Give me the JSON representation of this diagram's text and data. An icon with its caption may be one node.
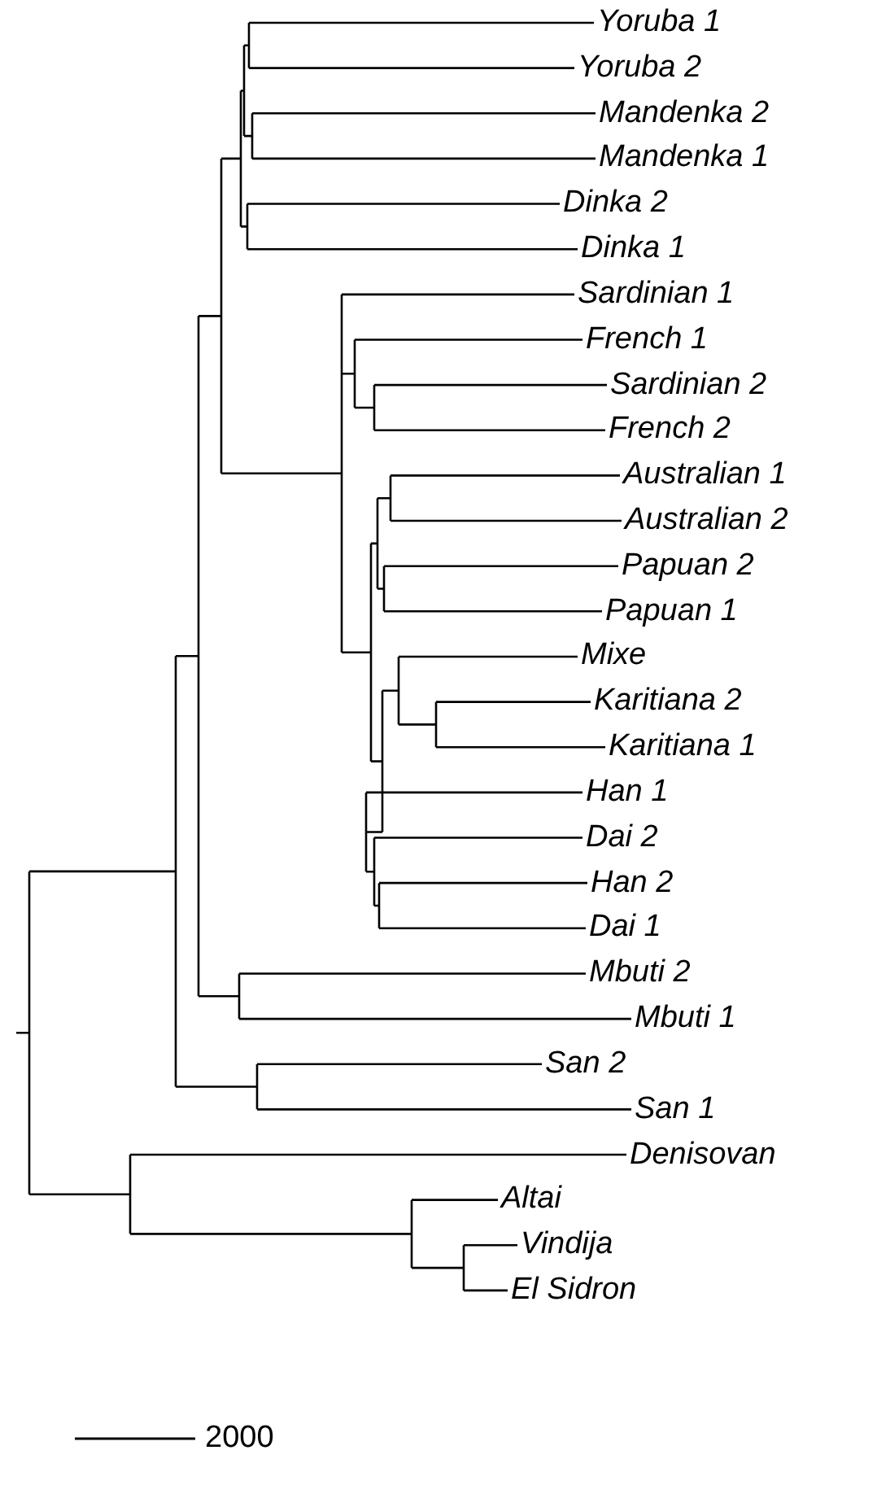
{
  "diagram": {
    "labels": [
      "Yoruba 1",
      "Yoruba 2",
      "Mandenka 2",
      "Mandenka 1",
      "Dinka 2",
      "Dinka 1",
      "Sardinian 1",
      "French 1",
      "Sardinian 2",
      "French 2",
      "Australian 1",
      "Australian 2",
      "Papuan 2",
      "Papuan 1",
      "Mixe",
      "Karitiana 2",
      "Karitiana 1",
      "Han 1",
      "Dai 2",
      "Han 2",
      "Dai 1",
      "Mbuti 2",
      "Mbuti 1",
      "San 2",
      "San 1",
      "Denisovan",
      "Altai",
      "Vindija",
      "El Sidron",
      "2000"
    ]
  }
}
